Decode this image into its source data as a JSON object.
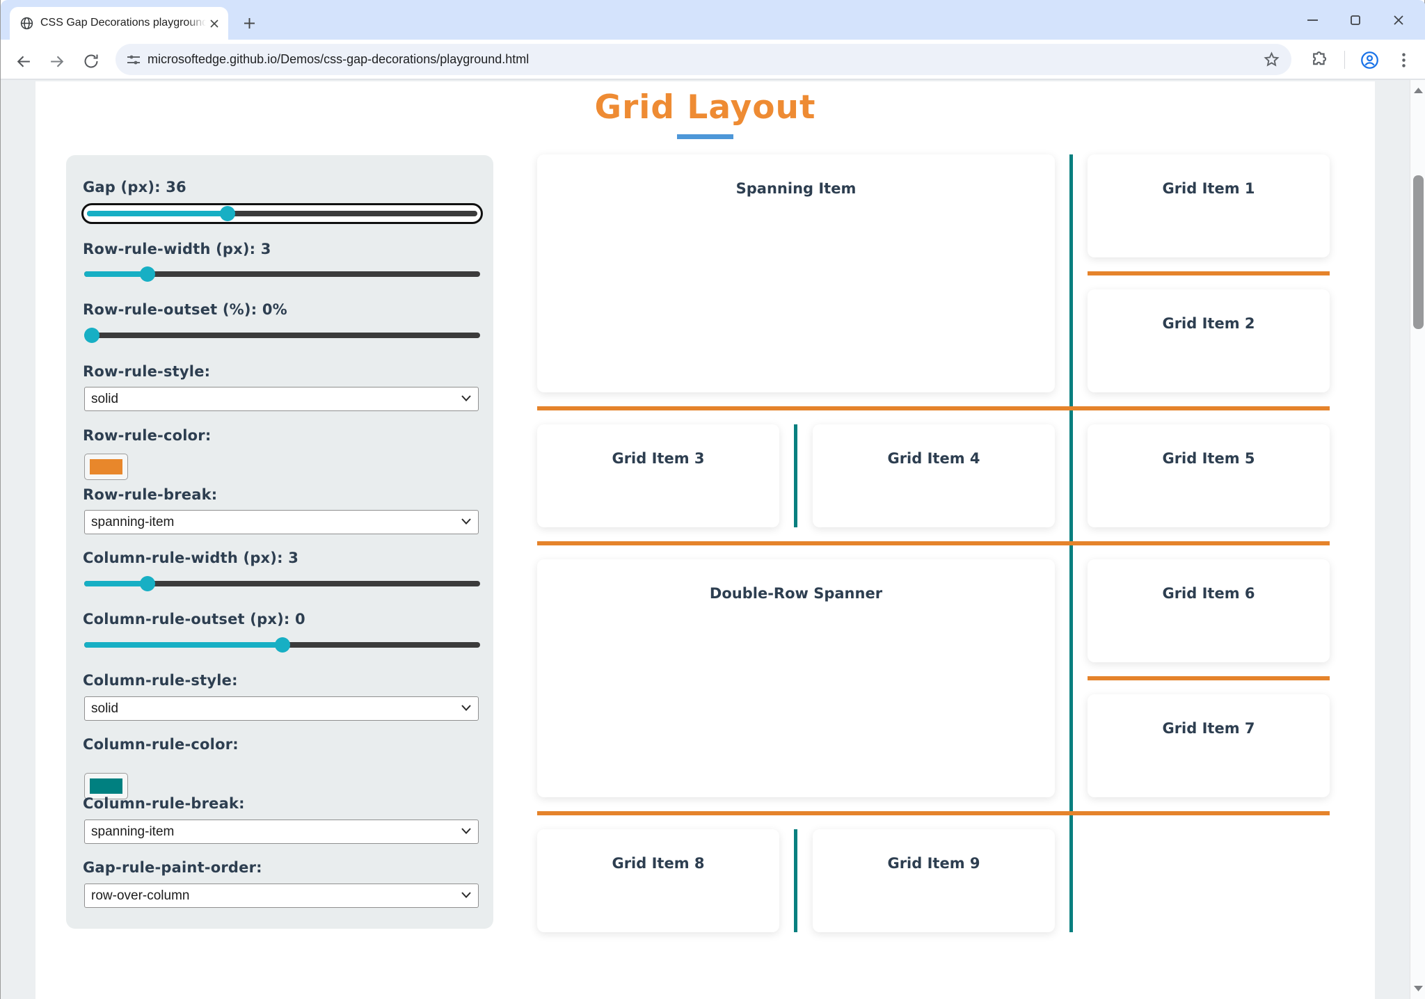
{
  "browser": {
    "tab": {
      "title": "CSS Gap Decorations playground"
    },
    "url": "microsoftedge.github.io/Demos/css-gap-decorations/playground.html"
  },
  "page": {
    "title": "Grid Layout",
    "colors": {
      "title_orange": "#EE8B33",
      "rule_orange": "#E5832B",
      "rule_teal": "#087F7F",
      "underline_blue": "#4D97D8",
      "slider_teal": "#17AFC4",
      "label_slate": "#2D3E50"
    },
    "controls": [
      {
        "type": "slider",
        "label": "Gap (px): 36",
        "percent": 36,
        "focused": true
      },
      {
        "type": "slider",
        "label": "Row-rule-width (px): 3",
        "percent": 16
      },
      {
        "type": "slider",
        "label": "Row-rule-outset (%): 0%",
        "percent": 2
      },
      {
        "type": "select",
        "label": "Row-rule-style:",
        "value": "solid"
      },
      {
        "type": "color",
        "label": "Row-rule-color:",
        "value": "#E8872B"
      },
      {
        "type": "select",
        "label": "Row-rule-break:",
        "value": "spanning-item"
      },
      {
        "type": "slider",
        "label": "Column-rule-width (px): 3",
        "percent": 16
      },
      {
        "type": "slider",
        "label": "Column-rule-outset (px): 0",
        "percent": 50
      },
      {
        "type": "select",
        "label": "Column-rule-style:",
        "value": "solid"
      },
      {
        "type": "color",
        "label": "Column-rule-color:",
        "value": "#008080"
      },
      {
        "type": "select",
        "label": "Column-rule-break:",
        "value": "spanning-item"
      },
      {
        "type": "select",
        "label": "Gap-rule-paint-order:",
        "value": "row-over-column"
      }
    ],
    "grid": {
      "items": [
        "Spanning Item",
        "Grid Item 1",
        "Grid Item 2",
        "Grid Item 3",
        "Grid Item 4",
        "Grid Item 5",
        "Double-Row Spanner",
        "Grid Item 6",
        "Grid Item 7",
        "Grid Item 8",
        "Grid Item 9"
      ]
    }
  }
}
